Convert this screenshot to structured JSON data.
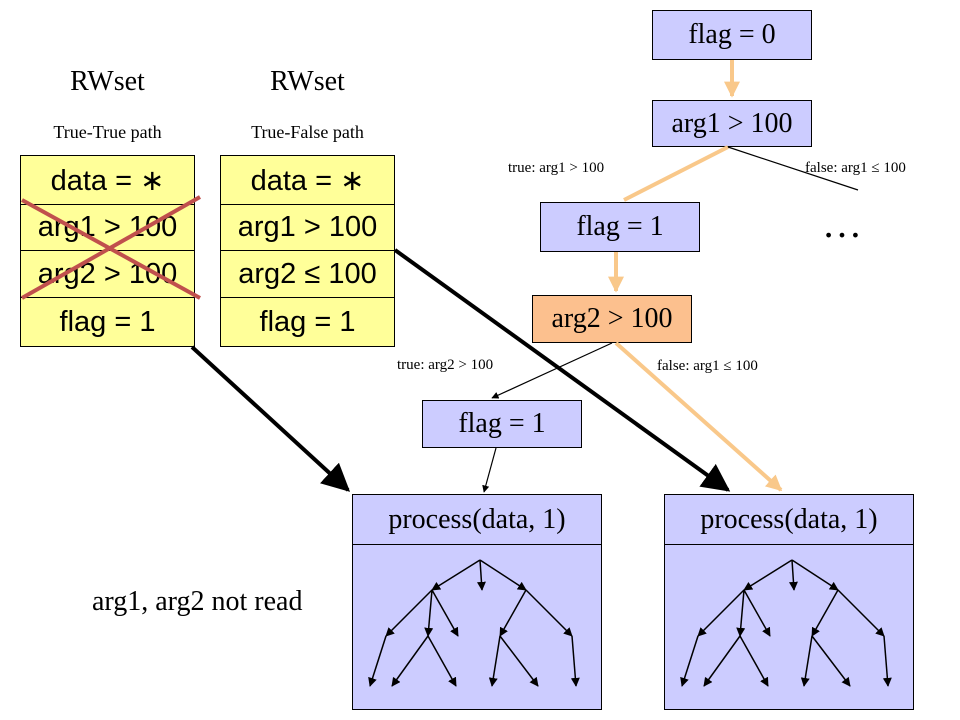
{
  "rwsets": [
    {
      "title": "RWset",
      "path_label": "True-True path",
      "cells": [
        "data = ∗",
        "arg1 > 100",
        "arg2 > 100",
        "flag = 1"
      ],
      "crossed_out_rows": [
        1,
        2
      ]
    },
    {
      "title": "RWset",
      "path_label": "True-False path",
      "cells": [
        "data = ∗",
        "arg1 > 100",
        "arg2 ≤ 100",
        "flag = 1"
      ],
      "crossed_out_rows": []
    }
  ],
  "nodes": {
    "flag0": "flag = 0",
    "arg1_check": "arg1 > 100",
    "flag1_a": "flag = 1",
    "arg2_check": "arg2 > 100",
    "flag1_b": "flag = 1",
    "process_left": "process(data, 1)",
    "process_right": "process(data, 1)"
  },
  "edge_labels": {
    "arg1_true": "true: arg1 > 100",
    "arg1_false": "false: arg1 ≤ 100",
    "arg2_true": "true: arg2 > 100",
    "arg2_false": "false: arg1 ≤ 100"
  },
  "ellipsis": "…",
  "note": "arg1, arg2 not read",
  "colors": {
    "rwset_fill": "#ffff99",
    "node_blue": "#ccccff",
    "node_orange": "#fcc08e",
    "path_highlight": "#f9c88a",
    "cross": "#c0504d"
  }
}
